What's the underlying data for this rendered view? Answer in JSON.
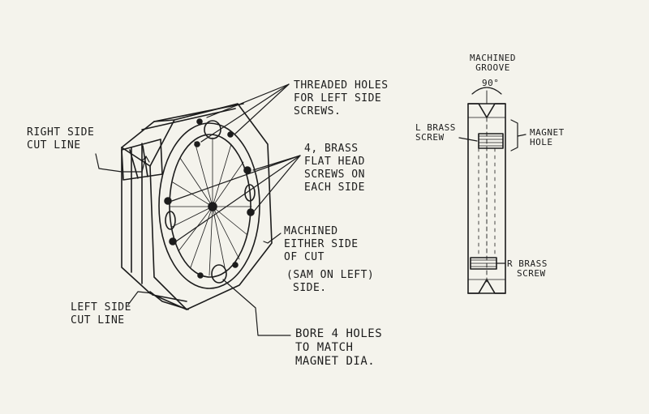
{
  "labels": {
    "right_side_cut_line": [
      "RIGHT SIDE",
      "CUT LINE"
    ],
    "threaded_holes": [
      "THREADED HOLES",
      "FOR LEFT SIDE",
      "SCREWS."
    ],
    "brass_screws": [
      "4, BRASS",
      "FLAT HEAD",
      "SCREWS ON",
      "EACH SIDE"
    ],
    "machined_cut": [
      "MACHINED",
      "EITHER SIDE",
      "OF CUT"
    ],
    "sam_on_left": [
      "(SAM ON LEFT)",
      "SIDE."
    ],
    "left_side_cut_line": [
      "LEFT SIDE",
      "CUT LINE"
    ],
    "bore_holes": [
      "BORE 4 HOLES",
      "TO MATCH",
      "MAGNET DIA."
    ],
    "machined_groove": [
      "MACHINED",
      "GROOVE"
    ],
    "angle": "90°",
    "l_brass_screw": [
      "L BRASS",
      "SCREW"
    ],
    "magnet_hole": [
      "MAGNET",
      "HOLE"
    ],
    "r_brass_screw": "R BRASS",
    "r_brass_screw_2": "SCREW"
  },
  "colors": {
    "paper": "#f4f3ec",
    "ink": "#1c1c1c"
  }
}
